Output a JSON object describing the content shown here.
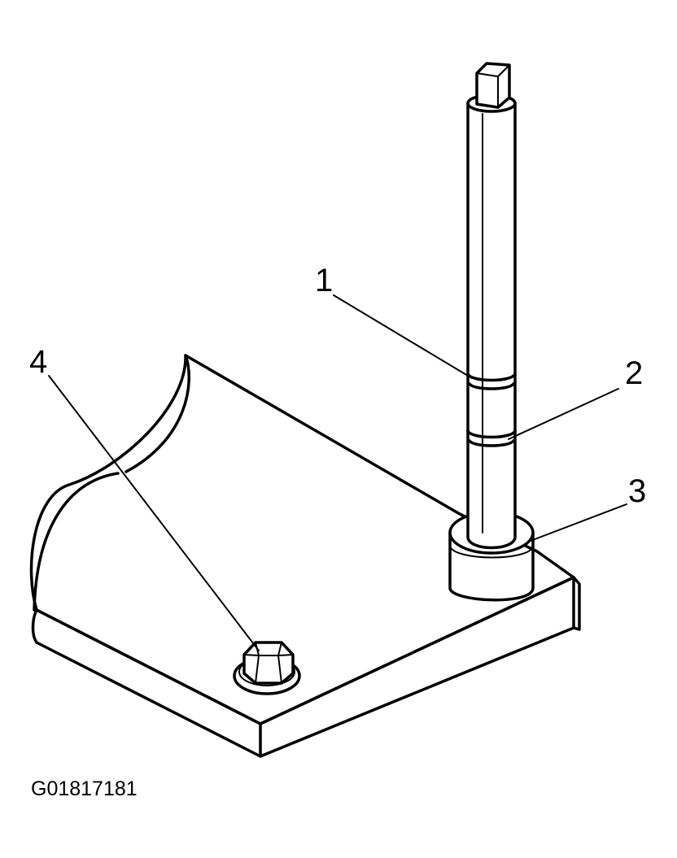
{
  "diagram": {
    "figure_id": "G01817181",
    "callouts": [
      {
        "label": "1"
      },
      {
        "label": "2"
      },
      {
        "label": "3"
      },
      {
        "label": "4"
      }
    ],
    "colors": {
      "ink": "#000000",
      "background": "#ffffff"
    }
  }
}
